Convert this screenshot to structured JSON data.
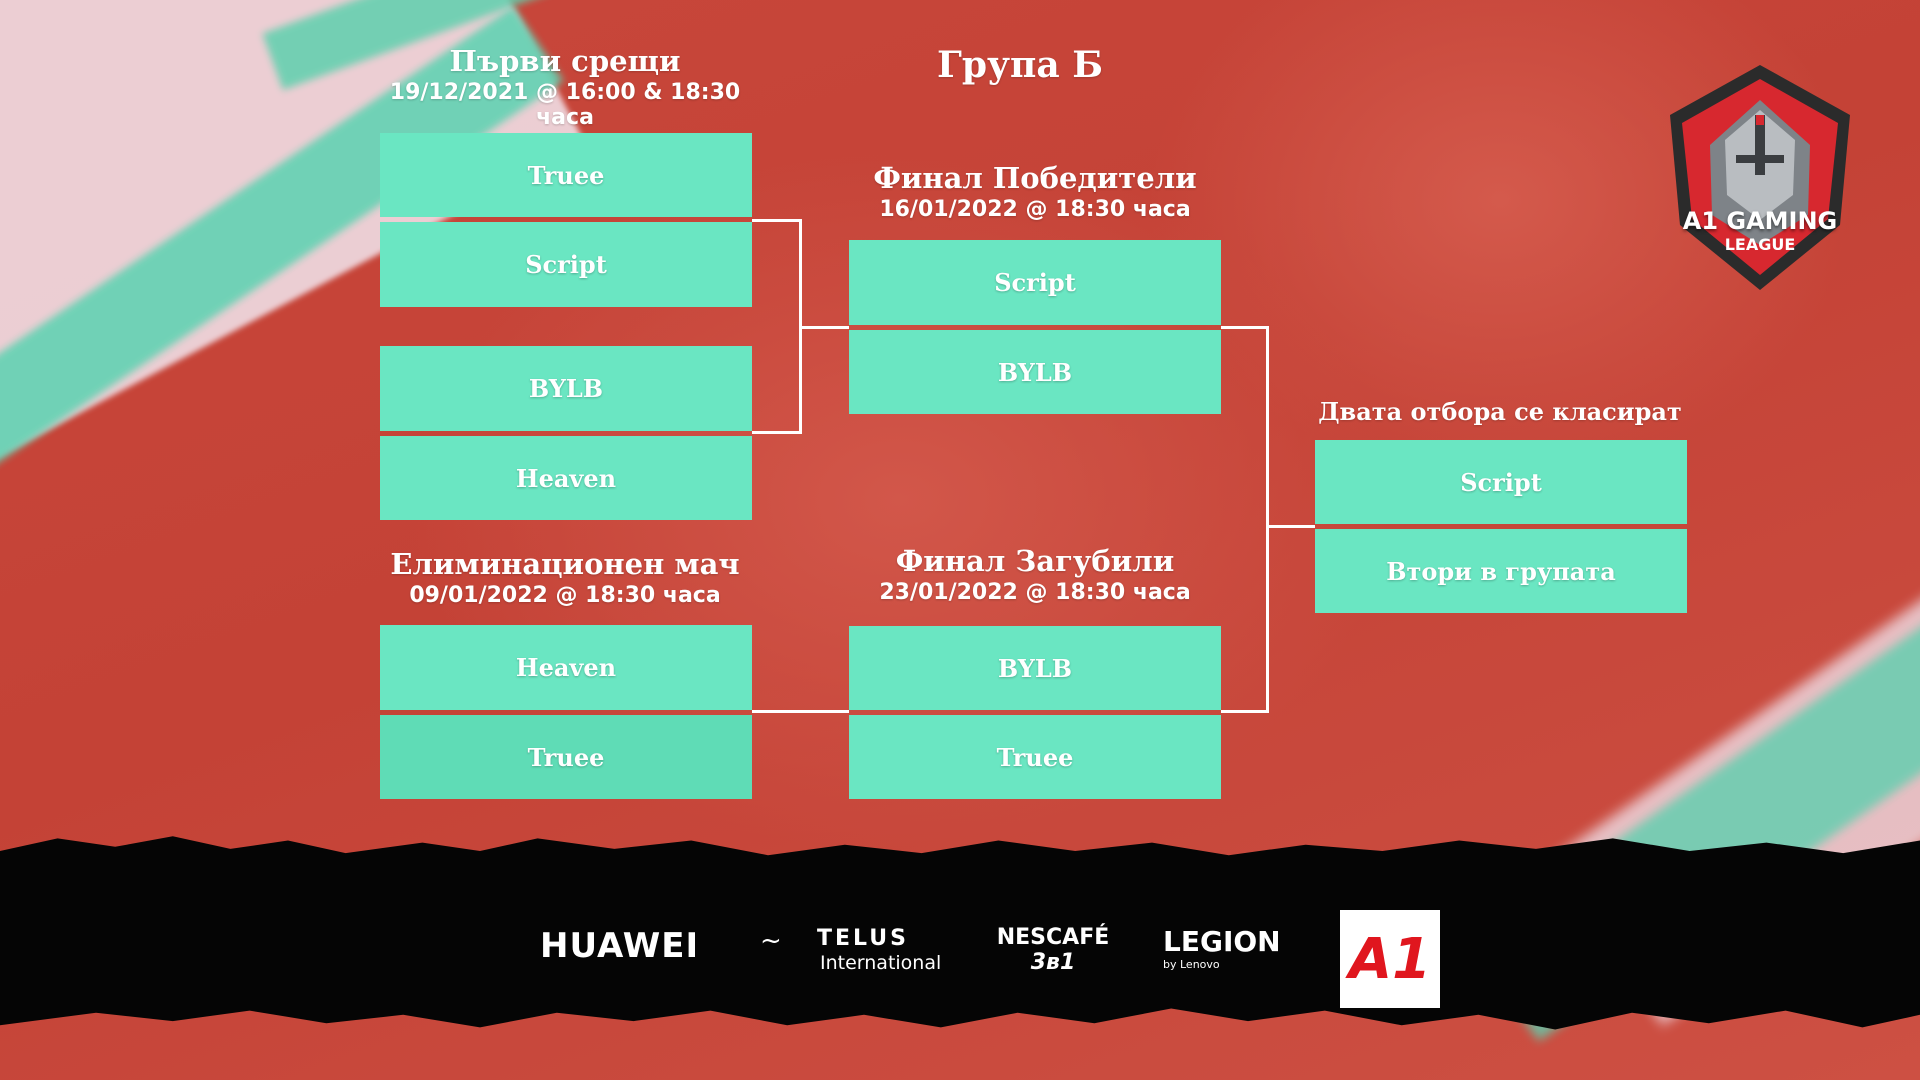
{
  "group_title": "Група Б",
  "first_matches": {
    "title": "Първи срещи",
    "date": "19/12/2021 @ 16:00 & 18:30 часа",
    "match1": {
      "team1": "Truee",
      "team2": "Script"
    },
    "match2": {
      "team1": "BYLB",
      "team2": "Heaven"
    }
  },
  "elimination": {
    "title": "Елиминационен мач",
    "date": "09/01/2022 @ 18:30 часа",
    "team1": "Heaven",
    "team2": "Truee"
  },
  "winners_final": {
    "title": "Финал Победители",
    "date": "16/01/2022 @ 18:30 часа",
    "team1": "Script",
    "team2": "BYLB"
  },
  "losers_final": {
    "title": "Финал Загубили",
    "date": "23/01/2022 @ 18:30 часа",
    "team1": "BYLB",
    "team2": "Truee"
  },
  "qualified": {
    "title": "Двата отбора се класират",
    "team1": "Script",
    "team2": "Втори в групата"
  },
  "logo": {
    "line1": "A1 GAMING",
    "line2": "LEAGUE"
  },
  "sponsors": {
    "huawei": "HUAWEI",
    "telus": "TELUS",
    "telus_sub": "International",
    "nescafe": "NESCAFÉ",
    "nescafe_sub": "3в1",
    "legion": "LEGION",
    "legion_sub": "by Lenovo",
    "a1": "A1"
  },
  "colors": {
    "box": "#6ae6c2",
    "background": "#c84438",
    "connector": "#ffffff",
    "footer": "#050505"
  }
}
